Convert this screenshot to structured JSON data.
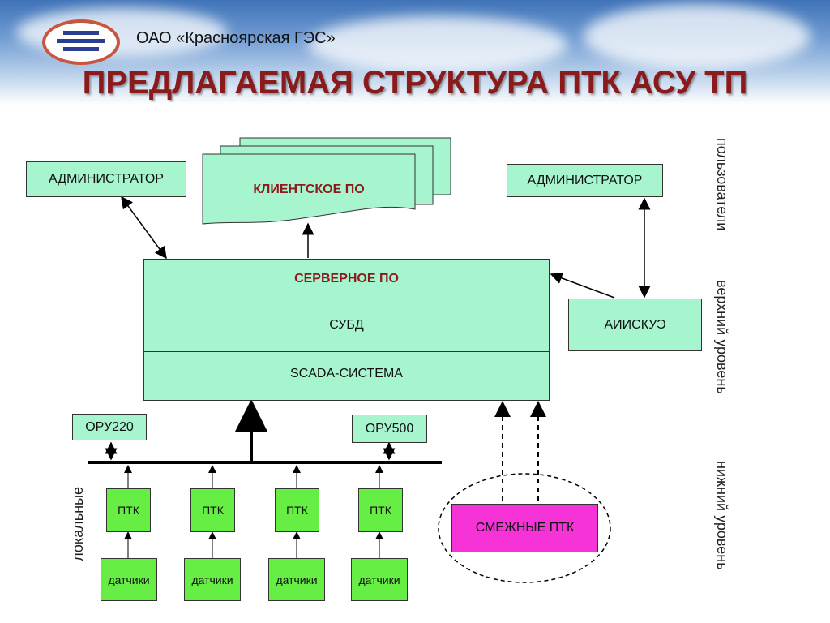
{
  "header": {
    "company": "ОАО «Красноярская ГЭС»",
    "title": "ПРЕДЛАГАЕМАЯ СТРУКТУРА ПТК АСУ ТП"
  },
  "diagram": {
    "admin_left": "АДМИНИСТРАТОР",
    "admin_right": "АДМИНИСТРАТОР",
    "client_software": "КЛИЕНТСКОЕ ПО",
    "server_software": "СЕРВЕРНОЕ ПО",
    "dbms": "СУБД",
    "scada": "SCADA-СИСТЕМА",
    "aiiskue": "АИИСКУЭ",
    "oru220": "ОРУ220",
    "oru500": "ОРУ500",
    "adjacent_ptk": "СМЕЖНЫЕ ПТК",
    "ptk_units": [
      "ПТК",
      "ПТК",
      "ПТК",
      "ПТК"
    ],
    "sensors": [
      "датчики",
      "датчики",
      "датчики",
      "датчики"
    ]
  },
  "side_labels": {
    "users": "пользователи",
    "upper_level": "верхний уровень",
    "lower_level": "нижний уровень",
    "local": "локальные"
  },
  "colors": {
    "box_fill": "#a6f5cf",
    "ptk_fill": "#66ee44",
    "adjacent_fill": "#f533d6",
    "title_color": "#8b1a1a"
  }
}
